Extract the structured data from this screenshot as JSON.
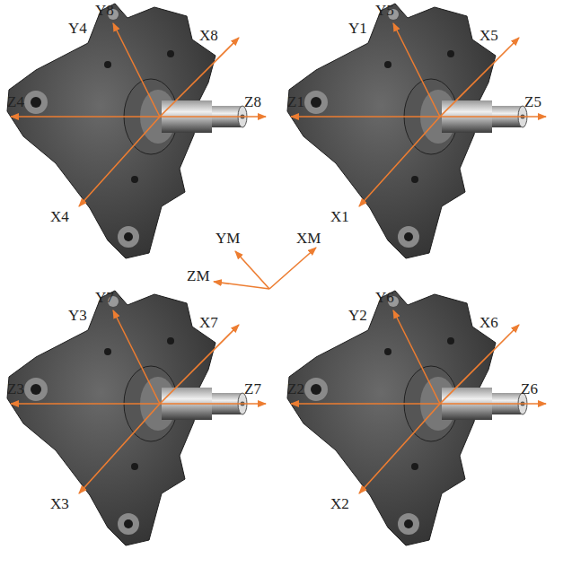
{
  "diagram": {
    "labels": [
      "Y8",
      "Y4",
      "X8",
      "Z4",
      "Z8",
      "X4",
      "Y5",
      "Y1",
      "X5",
      "Z1",
      "Z5",
      "X1",
      "YM",
      "XM",
      "ZM",
      "Y7",
      "Y3",
      "X7",
      "Z3",
      "Z7",
      "X3",
      "Y6",
      "Y2",
      "X6",
      "Z2",
      "Z6",
      "X2"
    ]
  }
}
